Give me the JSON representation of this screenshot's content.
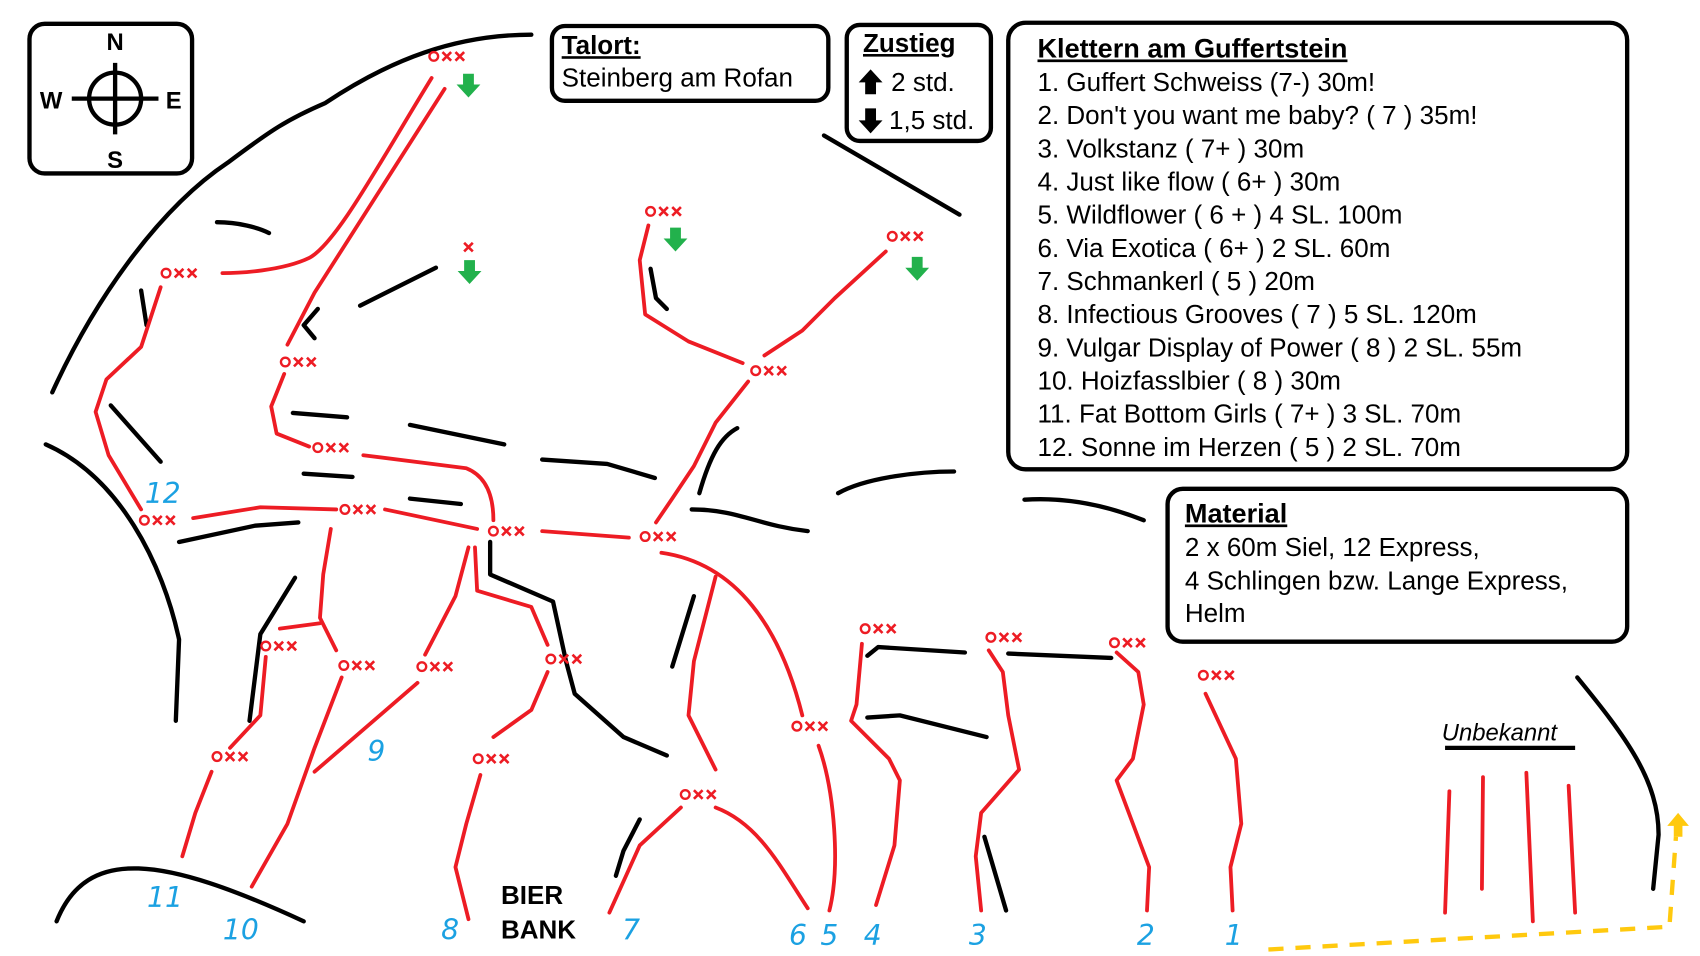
{
  "compass": {
    "n": "N",
    "s": "S",
    "w": "W",
    "e": "E"
  },
  "talort": {
    "heading": "Talort:",
    "value": "Steinberg am Rofan"
  },
  "zustieg": {
    "heading": "Zustieg",
    "up": "2 std.",
    "down": "1,5 std."
  },
  "routes_box": {
    "heading": "Klettern am Guffertstein",
    "items": [
      "1. Guffert Schweiss (7-) 30m!",
      "2. Don't you want me baby? ( 7 ) 35m!",
      "3. Volkstanz ( 7+ ) 30m",
      "4. Just like flow ( 6+ ) 30m",
      "5. Wildflower ( 6 + ) 4 SL. 100m",
      "6. Via Exotica ( 6+ ) 2 SL. 60m",
      "7. Schmankerl ( 5 ) 20m",
      "8. Infectious Grooves ( 7 ) 5 SL. 120m",
      "9. Vulgar Display of Power ( 8 ) 2 SL. 55m",
      "10. Hoizfasslbier ( 8 ) 30m",
      "11. Fat Bottom Girls ( 7+ ) 3 SL. 70m",
      "12. Sonne im Herzen ( 5 ) 2 SL. 70m"
    ]
  },
  "material": {
    "heading": "Material",
    "lines": [
      "2 x 60m Siel, 12 Express,",
      "4 Schlingen bzw. Lange Express,",
      "Helm"
    ]
  },
  "unknown_label": "Unbekannt",
  "bierbank": {
    "line1": "BIER",
    "line2": "BANK"
  },
  "route_numbers": {
    "r1": "1",
    "r2": "2",
    "r3": "3",
    "r4": "4",
    "r5": "5",
    "r6": "6",
    "r7": "7",
    "r8": "8",
    "r9": "9",
    "r10": "10",
    "r11": "11",
    "r12": "12"
  },
  "colors": {
    "route": "#ed1c24",
    "number": "#1ba1e2",
    "descent_arrow": "#22b14c",
    "approach": "#ffc90e"
  }
}
